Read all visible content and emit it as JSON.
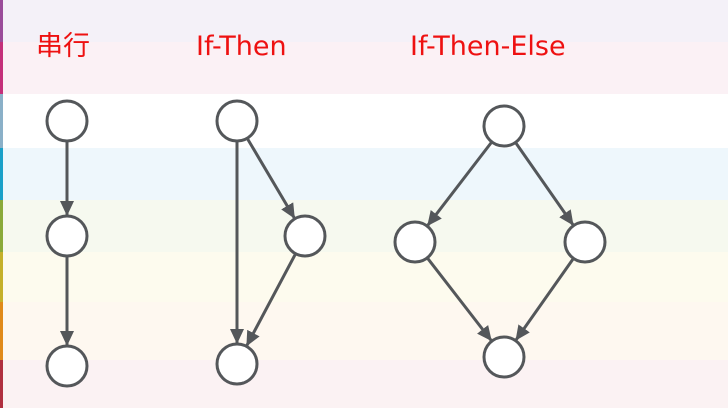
{
  "titles": {
    "serial": "串行",
    "if_then": "If-Then",
    "if_then_else": "If-Then-Else"
  },
  "colors": {
    "title": "#ee1111",
    "stroke": "#54575a",
    "node_fill": "#ffffff",
    "band_edges": [
      "#9a4c9a",
      "#c4307a",
      "#8ab0c8",
      "#1aa0c8",
      "#8aaa3a",
      "#c4b02a",
      "#e08a1a",
      "#b03040"
    ],
    "band_washes": [
      "#f4f1f8",
      "#fbf1f5",
      "#ffffff",
      "#eef7fc",
      "#f6f9ef",
      "#fdfbee",
      "#fef8f0",
      "#fbf2f3"
    ]
  },
  "graphs": {
    "serial": {
      "nodes": [
        "s1",
        "s2",
        "s3"
      ],
      "edges": [
        [
          "s1",
          "s2"
        ],
        [
          "s2",
          "s3"
        ]
      ]
    },
    "if_then": {
      "nodes": [
        "t1",
        "t2",
        "t3"
      ],
      "edges": [
        [
          "t1",
          "t3"
        ],
        [
          "t1",
          "t2"
        ],
        [
          "t2",
          "t3"
        ]
      ]
    },
    "if_then_else": {
      "nodes": [
        "e1",
        "e2",
        "e3",
        "e4"
      ],
      "edges": [
        [
          "e1",
          "e2"
        ],
        [
          "e1",
          "e3"
        ],
        [
          "e2",
          "e4"
        ],
        [
          "e3",
          "e4"
        ]
      ]
    }
  }
}
